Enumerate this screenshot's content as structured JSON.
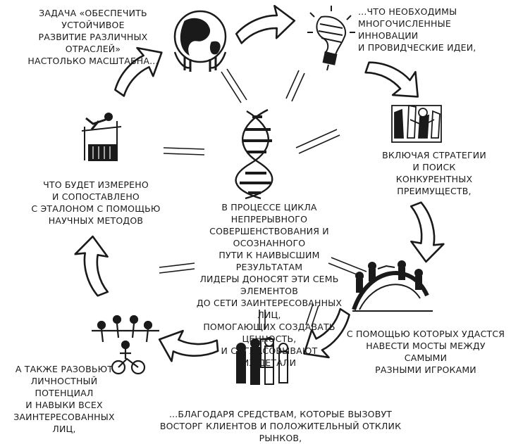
{
  "center_text": "В ПРОЦЕССЕ ЦИКЛА НЕПРЕРЫВНОГО\nСОВЕРШЕНСТВОВАНИЯ И ОСОЗНАННОГО\nПУТИ К НАИВЫСШИМ РЕЗУЛЬТАТАМ\nЛИДЕРЫ ДОНОСЯТ ЭТИ СЕМЬ ЭЛЕМЕНТОВ\nДО СЕТИ ЗАИНТЕРЕСОВАННЫХ ЛИЦ,\nПОМОГАЮЩИХ СОЗДАВАТЬ ЦЕННОСТЬ,\nИ СОГЛАСОВЫВАЮТ\nИХ ДЕТАЛИ",
  "steps": [
    {
      "text": "ЗАДАЧА «ОБЕСПЕЧИТЬ УСТОЙЧИВОЕ\nРАЗВИТИЕ РАЗЛИЧНЫХ ОТРАСЛЕЙ»\nНАСТОЛЬКО МАСШТАБНА...",
      "icon": "globe-hands-icon"
    },
    {
      "text": "...ЧТО НЕОБХОДИМЫ\nМНОГОЧИСЛЕННЫЕ ИННОВАЦИИ\nИ ПРОВИДЧЕСКИЕ ИДЕИ,",
      "icon": "lightbulb-icon"
    },
    {
      "text": "ВКЛЮЧАЯ СТРАТЕГИИ\nИ ПОИСК\nКОНКУРЕНТНЫХ\nПРЕИМУЩЕСТВ,",
      "icon": "strategy-collage-icon"
    },
    {
      "text": "С ПОМОЩЬЮ КОТОРЫХ УДАСТСЯ\nНАВЕСТИ МОСТЫ МЕЖДУ САМЫМИ\nРАЗНЫМИ ИГРОКАМИ",
      "icon": "bridge-people-icon"
    },
    {
      "text": "...БЛАГОДАРЯ СРЕДСТВАМ, КОТОРЫЕ ВЫЗОВУТ\nВОСТОРГ КЛИЕНТОВ И ПОЛОЖИТЕЛЬНЫЙ ОТКЛИК РЫНКОВ,",
      "icon": "people-group-icon"
    },
    {
      "text": "А ТАКЖЕ РАЗОВЬЮТ\nЛИЧНОСТНЫЙ ПОТЕНЦИАЛ\nИ НАВЫКИ ВСЕХ\nЗАИНТЕРЕСОВАННЫХ ЛИЦ,",
      "icon": "people-pyramid-icon"
    },
    {
      "text": "ЧТО БУДЕТ ИЗМЕРЕНО\nИ СОПОСТАВЛЕНО\nС ЭТАЛОНОМ С ПОМОЩЬЮ\nНАУЧНЫХ МЕТОДОВ",
      "icon": "high-jump-icon"
    }
  ],
  "center_icon": "dna-helix-icon",
  "colors": {
    "ink": "#1a1a1a",
    "background": "#ffffff"
  }
}
